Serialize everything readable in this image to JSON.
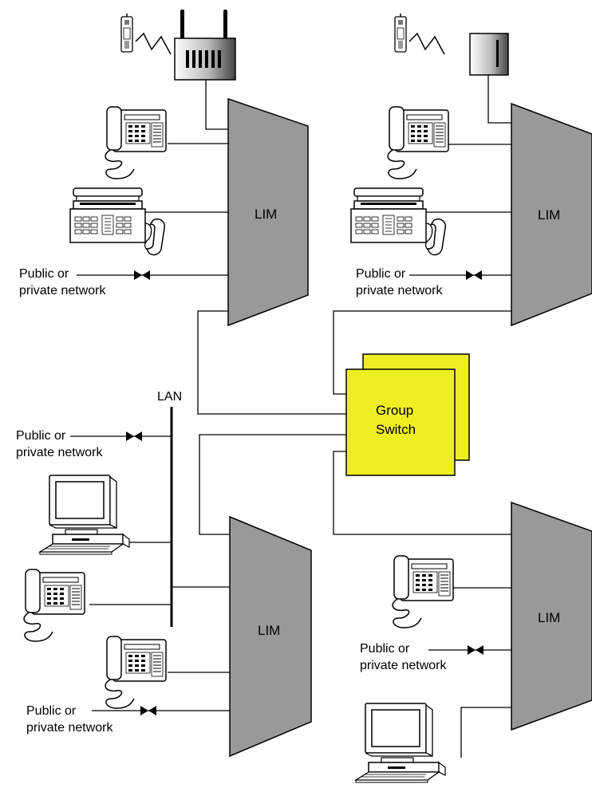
{
  "labels": {
    "lim": "LIM",
    "lan": "LAN",
    "group_switch_line1": "Group",
    "group_switch_line2": "Switch",
    "network_line1": "Public or",
    "network_line2": "private network"
  },
  "colors": {
    "lim_fill": "#999999",
    "group_switch_fill": "#eeee22",
    "line": "#000000",
    "background": "#ffffff"
  },
  "icons": [
    "desk-phone-icon",
    "fax-phone-icon",
    "computer-icon",
    "cordless-handset-icon",
    "radio-base-station-icon",
    "network-connector-icon"
  ]
}
